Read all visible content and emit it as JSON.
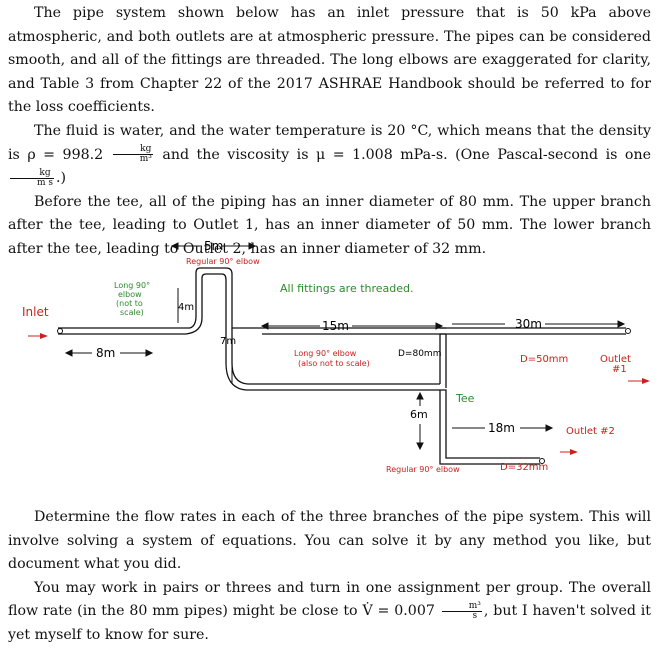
{
  "intro": {
    "p1": "The pipe system shown below has an inlet pressure that is 50 kPa above atmospheric, and both outlets are at atmospheric pressure. The pipes can be considered smooth, and all of the fittings are threaded. The long elbows are exaggerated for clarity, and Table 3 from Chapter 22 of the 2017 ASHRAE Handbook should be referred to for the loss coefficients.",
    "p2_a": "The fluid is water, and the water temperature is 20 °C, which means that the density is ρ = 998.2",
    "p2_b": "and the viscosity is μ = 1.008 mPa-s. (One Pascal-second is one",
    "p2_c": ".)",
    "unit_kg": "kg",
    "unit_m3": "m³",
    "unit_ms": "m s",
    "p3": "Before the tee, all of the piping has an inner diameter of 80 mm. The upper branch after the tee, leading to Outlet 1, has an inner diameter of 50 mm. The lower branch after the tee, leading to Outlet 2, has an inner diameter of 32 mm."
  },
  "diagram": {
    "inlet": "Inlet",
    "len_5m": "5m",
    "regular_elbow_top": "Regular 90° elbow",
    "long_elbow_note": [
      "Long 90°",
      "elbow",
      "(not to",
      "scale)"
    ],
    "len_4m": "4m",
    "len_7m": "7m",
    "len_8m": "8m",
    "len_15m": "15m",
    "len_30m": "30m",
    "all_fittings": "All fittings are threaded.",
    "long_elbow_2": "Long 90° elbow",
    "long_elbow_2b": "(also not to scale)",
    "d80": "D=80mm",
    "d50": "D=50mm",
    "outlet1": [
      "Outlet",
      "#1"
    ],
    "tee": "Tee",
    "len_6m": "6m",
    "len_18m": "18m",
    "outlet2": "Outlet #2",
    "regular_elbow_bottom": "Regular 90° elbow",
    "d32": "D=32mm"
  },
  "closing": {
    "p4": "Determine the flow rates in each of the three branches of the pipe system. This will involve solving a system of equations. You can solve it by any method you like, but document what you did.",
    "p5_a": "You may work in pairs or threes and turn in one assignment per group. The overall flow rate (in the 80 mm pipes) might be close to V̇ = 0.007",
    "p5_b": ", but I haven't solved it yet myself to know for sure.",
    "unit_m3": "m³",
    "unit_s": "s"
  },
  "colors": {
    "ink": "#111111",
    "green": "#2e8b2e",
    "red": "#cc2020"
  }
}
